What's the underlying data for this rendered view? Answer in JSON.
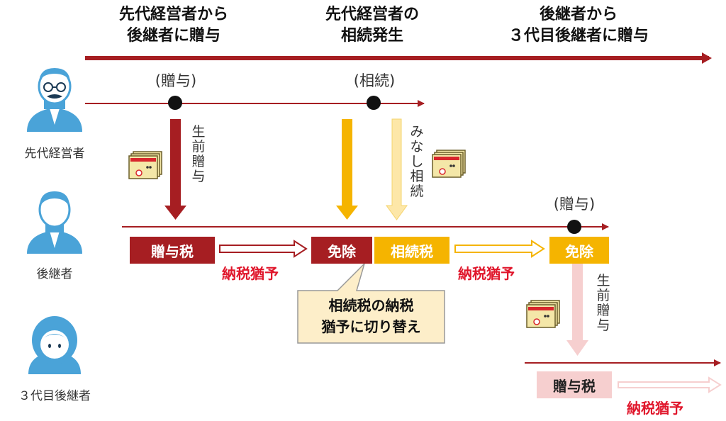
{
  "headers": [
    {
      "line1": "先代経営者から",
      "line2": "後継者に贈与"
    },
    {
      "line1": "先代経営者の",
      "line2": "相続発生"
    },
    {
      "line1": "後継者から",
      "line2": "３代目後継者に贈与"
    }
  ],
  "persons": {
    "predecessor": "先代経営者",
    "successor": "後継者",
    "third": "３代目後継者"
  },
  "events": {
    "gift1": "(贈与)",
    "inherit": "(相続)",
    "gift2": "(贈与)"
  },
  "vertical_labels": {
    "lifetime_gift_1": "生前贈与",
    "deemed_inheritance": "みなし相続",
    "lifetime_gift_2": "生前贈与"
  },
  "boxes": {
    "gift_tax_1": "贈与税",
    "exemption_1": "免除",
    "inheritance_tax": "相続税",
    "exemption_2": "免除",
    "gift_tax_2": "贈与税"
  },
  "deferral_labels": {
    "d1": "納税猶予",
    "d2": "納税猶予",
    "d3": "納税猶予"
  },
  "callout": {
    "line1": "相続税の納税",
    "line2": "猶予に切り替え"
  },
  "colors": {
    "dark_red": "#a61e22",
    "orange": "#f5b400",
    "light_orange": "#fde7a8",
    "pink": "#f6cfcf",
    "callout_fill": "#fdeec9",
    "deferral_red": "#e0162b",
    "person_blue": "#4aa3d8"
  }
}
